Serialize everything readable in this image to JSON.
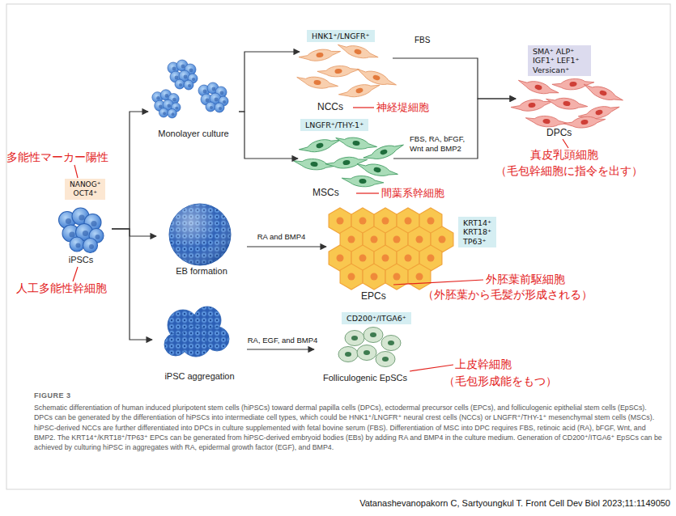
{
  "diagram": {
    "title": "FIGURE 3",
    "caption": "Schematic differentiation of human induced pluripotent stem cells (hiPSCs) toward dermal papilla cells (DPCs), ectodermal precursor cells (EPCs), and folliculogenic epithelial stem cells (EpSCs). DPCs can be generated by the differentiation of hiPSCs into intermediate cell types, which could be HNK1⁺/LNGFR⁺ neural crest cells (NCCs) or LNGFR⁺/THY-1⁺ mesenchymal stem cells (MSCs). hiPSC-derived NCCs are further differentiated into DPCs in culture supplemented with fetal bovine serum (FBS). Differentiation of MSC into DPC requires FBS, retinoic acid (RA), bFGF, Wnt, and BMP2. The KRT14⁺/KRT18⁺/TP63⁺ EPCs can be generated from hiPSC-derived embryoid bodies (EBs) by adding RA and BMP4 in the culture medium. Generation of CD200⁺/ITGA6⁺ EpSCs can be achieved by culturing hiPSC in aggregates with RA, epidermal growth factor (EGF), and BMP4.",
    "nodes": [
      {
        "text": [
          "NANOG⁺ OCT4⁺"
        ]
      },
      {
        "text": [
          "iPSCs"
        ]
      },
      {
        "text": [
          "Monolayer culture"
        ]
      },
      {
        "text": [
          "EB formation"
        ]
      },
      {
        "text": [
          "iPSC aggregation"
        ]
      },
      {
        "text": [
          "HNK1⁺/LNGFR⁺"
        ]
      },
      {
        "text": [
          "NCCs"
        ]
      },
      {
        "text": [
          "LNGFR⁺/THY-1⁺"
        ]
      },
      {
        "text": [
          "MSCs"
        ]
      },
      {
        "text": [
          "SMA⁺ ALP⁺ IGF1⁺ LEF1⁺ Versican⁺"
        ]
      },
      {
        "text": [
          "DPCs"
        ]
      },
      {
        "text": [
          "KRT14⁺ KRT18⁺ TP63⁺"
        ]
      },
      {
        "text": [
          "EPCs"
        ]
      },
      {
        "text": [
          "CD200⁺/ITGA6⁺"
        ]
      },
      {
        "text": [
          "Folliculogenic EpSCs"
        ]
      }
    ],
    "edges": [
      {
        "from": 1,
        "to": 2,
        "arrow": "to"
      },
      {
        "from": 1,
        "to": 3,
        "arrow": "to"
      },
      {
        "from": 1,
        "to": 4,
        "arrow": "to"
      },
      {
        "from": 2,
        "to": 6,
        "arrow": "to"
      },
      {
        "from": 2,
        "to": 8,
        "arrow": "to"
      },
      {
        "from": 6,
        "to": 10,
        "label": "FBS",
        "arrow": "to"
      },
      {
        "from": 8,
        "to": 10,
        "label": "FBS, RA, bFGF, Wnt and BMP2",
        "arrow": "to"
      },
      {
        "from": 3,
        "to": 12,
        "label": "RA and BMP4",
        "arrow": "to"
      },
      {
        "from": 4,
        "to": 14,
        "label": "RA, EGF, and BMP4",
        "arrow": "to"
      }
    ],
    "labels": [
      "多能性マーカー陽性",
      "人工多能性幹細胞",
      "神経堤細胞",
      "間葉系幹細胞",
      "真皮乳頭細胞",
      "（毛包幹細胞に指令を出す）",
      "外胚葉前駆細胞",
      "（外胚葉から毛髪が形成される）",
      "上皮幹細胞",
      "（毛包形成能をもつ）",
      "Vatanashevanopakorn C, Sartyoungkul T. Front Cell Dev Biol 2023;11:1149050"
    ]
  }
}
